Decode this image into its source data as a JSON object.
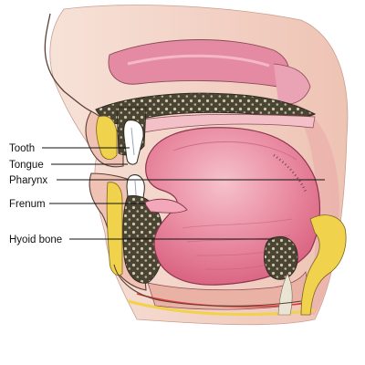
{
  "labels": {
    "tooth": "Tooth",
    "tongue": "Tongue",
    "pharynx": "Pharynx",
    "frenum": "Frenum",
    "hyoid": "Hyoid bone"
  },
  "colors": {
    "skin": "#f5d3c6",
    "skin_dark": "#e3a794",
    "pink_tissue": "#e78fa6",
    "tongue": "#e0738f",
    "tongue_light": "#f2a8b8",
    "bone": "#4a4435",
    "bone_speckle": "#cfc6a4",
    "yellow": "#f1d24c",
    "outline": "#5a4037"
  }
}
